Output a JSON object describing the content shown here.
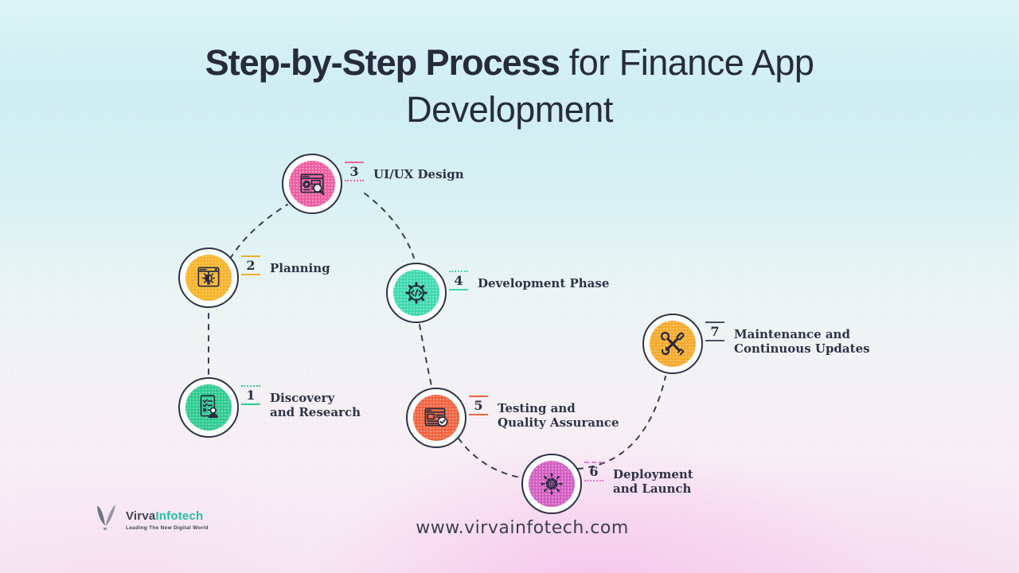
{
  "title": {
    "bold": "Step-by-Step Process",
    "rest": " for Finance App",
    "line2": "Development"
  },
  "steps": [
    {
      "number": "1",
      "line1": "Discovery",
      "line2": "and Research",
      "icon": "checklist-person-icon",
      "disc_color": "#2ecb90",
      "line_color": "#2ecb90",
      "top_line_style": "dotted",
      "bottom_line_style": "solid"
    },
    {
      "number": "2",
      "line1": "Planning",
      "line2": "",
      "icon": "browser-lightbulb-icon",
      "disc_color": "#f7b32a",
      "line_color": "#f0b02c",
      "top_line_style": "solid",
      "bottom_line_style": "solid"
    },
    {
      "number": "3",
      "line1": "UI/UX Design",
      "line2": "",
      "icon": "browser-gear-search-icon",
      "disc_color": "#ee5fa2",
      "line_color": "#f062a6",
      "top_line_style": "solid",
      "bottom_line_style": "dotted"
    },
    {
      "number": "4",
      "line1": "Development Phase",
      "line2": "",
      "icon": "gear-code-icon",
      "disc_color": "#3fd9af",
      "line_color": "#3fd9af",
      "top_line_style": "dotted",
      "bottom_line_style": "solid"
    },
    {
      "number": "5",
      "line1": "Testing and",
      "line2": "Quality Assurance",
      "icon": "browser-checkmark-icon",
      "disc_color": "#f26440",
      "line_color": "#f26440",
      "top_line_style": "solid",
      "bottom_line_style": "solid"
    },
    {
      "number": "6",
      "line1": "Deployment",
      "line2": "and Launch",
      "icon": "gear-arrows-icon",
      "disc_color": "#d45ec2",
      "line_color": "#e27ad0",
      "top_line_style": "dashed",
      "bottom_line_style": "dotted"
    },
    {
      "number": "7",
      "line1": "Maintenance and",
      "line2": "Continuous Updates",
      "icon": "crossed-tools-icon",
      "disc_color": "#f7a92b",
      "line_color": "#4a5062",
      "top_line_style": "solid",
      "bottom_line_style": "solid"
    }
  ],
  "logo": {
    "name_primary": "Virva",
    "name_accent": "Infotech",
    "tagline": "Leading The New Digital World",
    "accent_color": "#27bfa5"
  },
  "footer": {
    "website": "www.virvainfotech.com"
  },
  "colors": {
    "title_text": "#262b3e",
    "label_text": "#2e3347",
    "number_text": "#2b3044",
    "connector": "#3a3f50"
  }
}
